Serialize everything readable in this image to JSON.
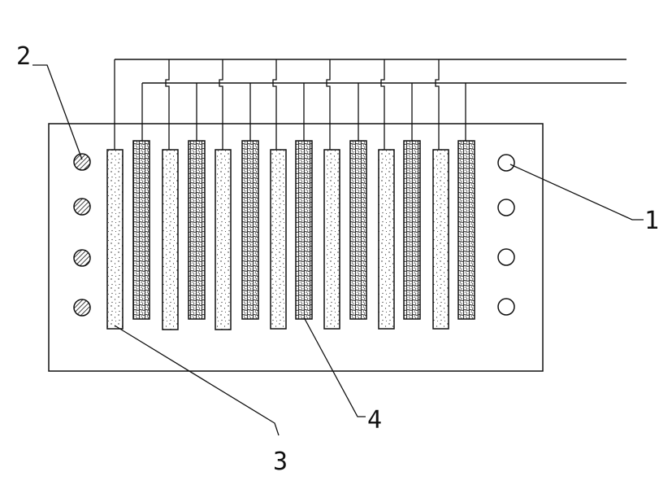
{
  "labels": {
    "label_1": "1",
    "label_2": "2",
    "label_3": "3",
    "label_4": "4"
  },
  "items": {
    "plate_electrodes": 7,
    "mesh_electrodes": 7,
    "hatched_holes": 4,
    "open_holes": 4
  },
  "colors": {
    "stroke": "#111111",
    "background": "#ffffff"
  }
}
